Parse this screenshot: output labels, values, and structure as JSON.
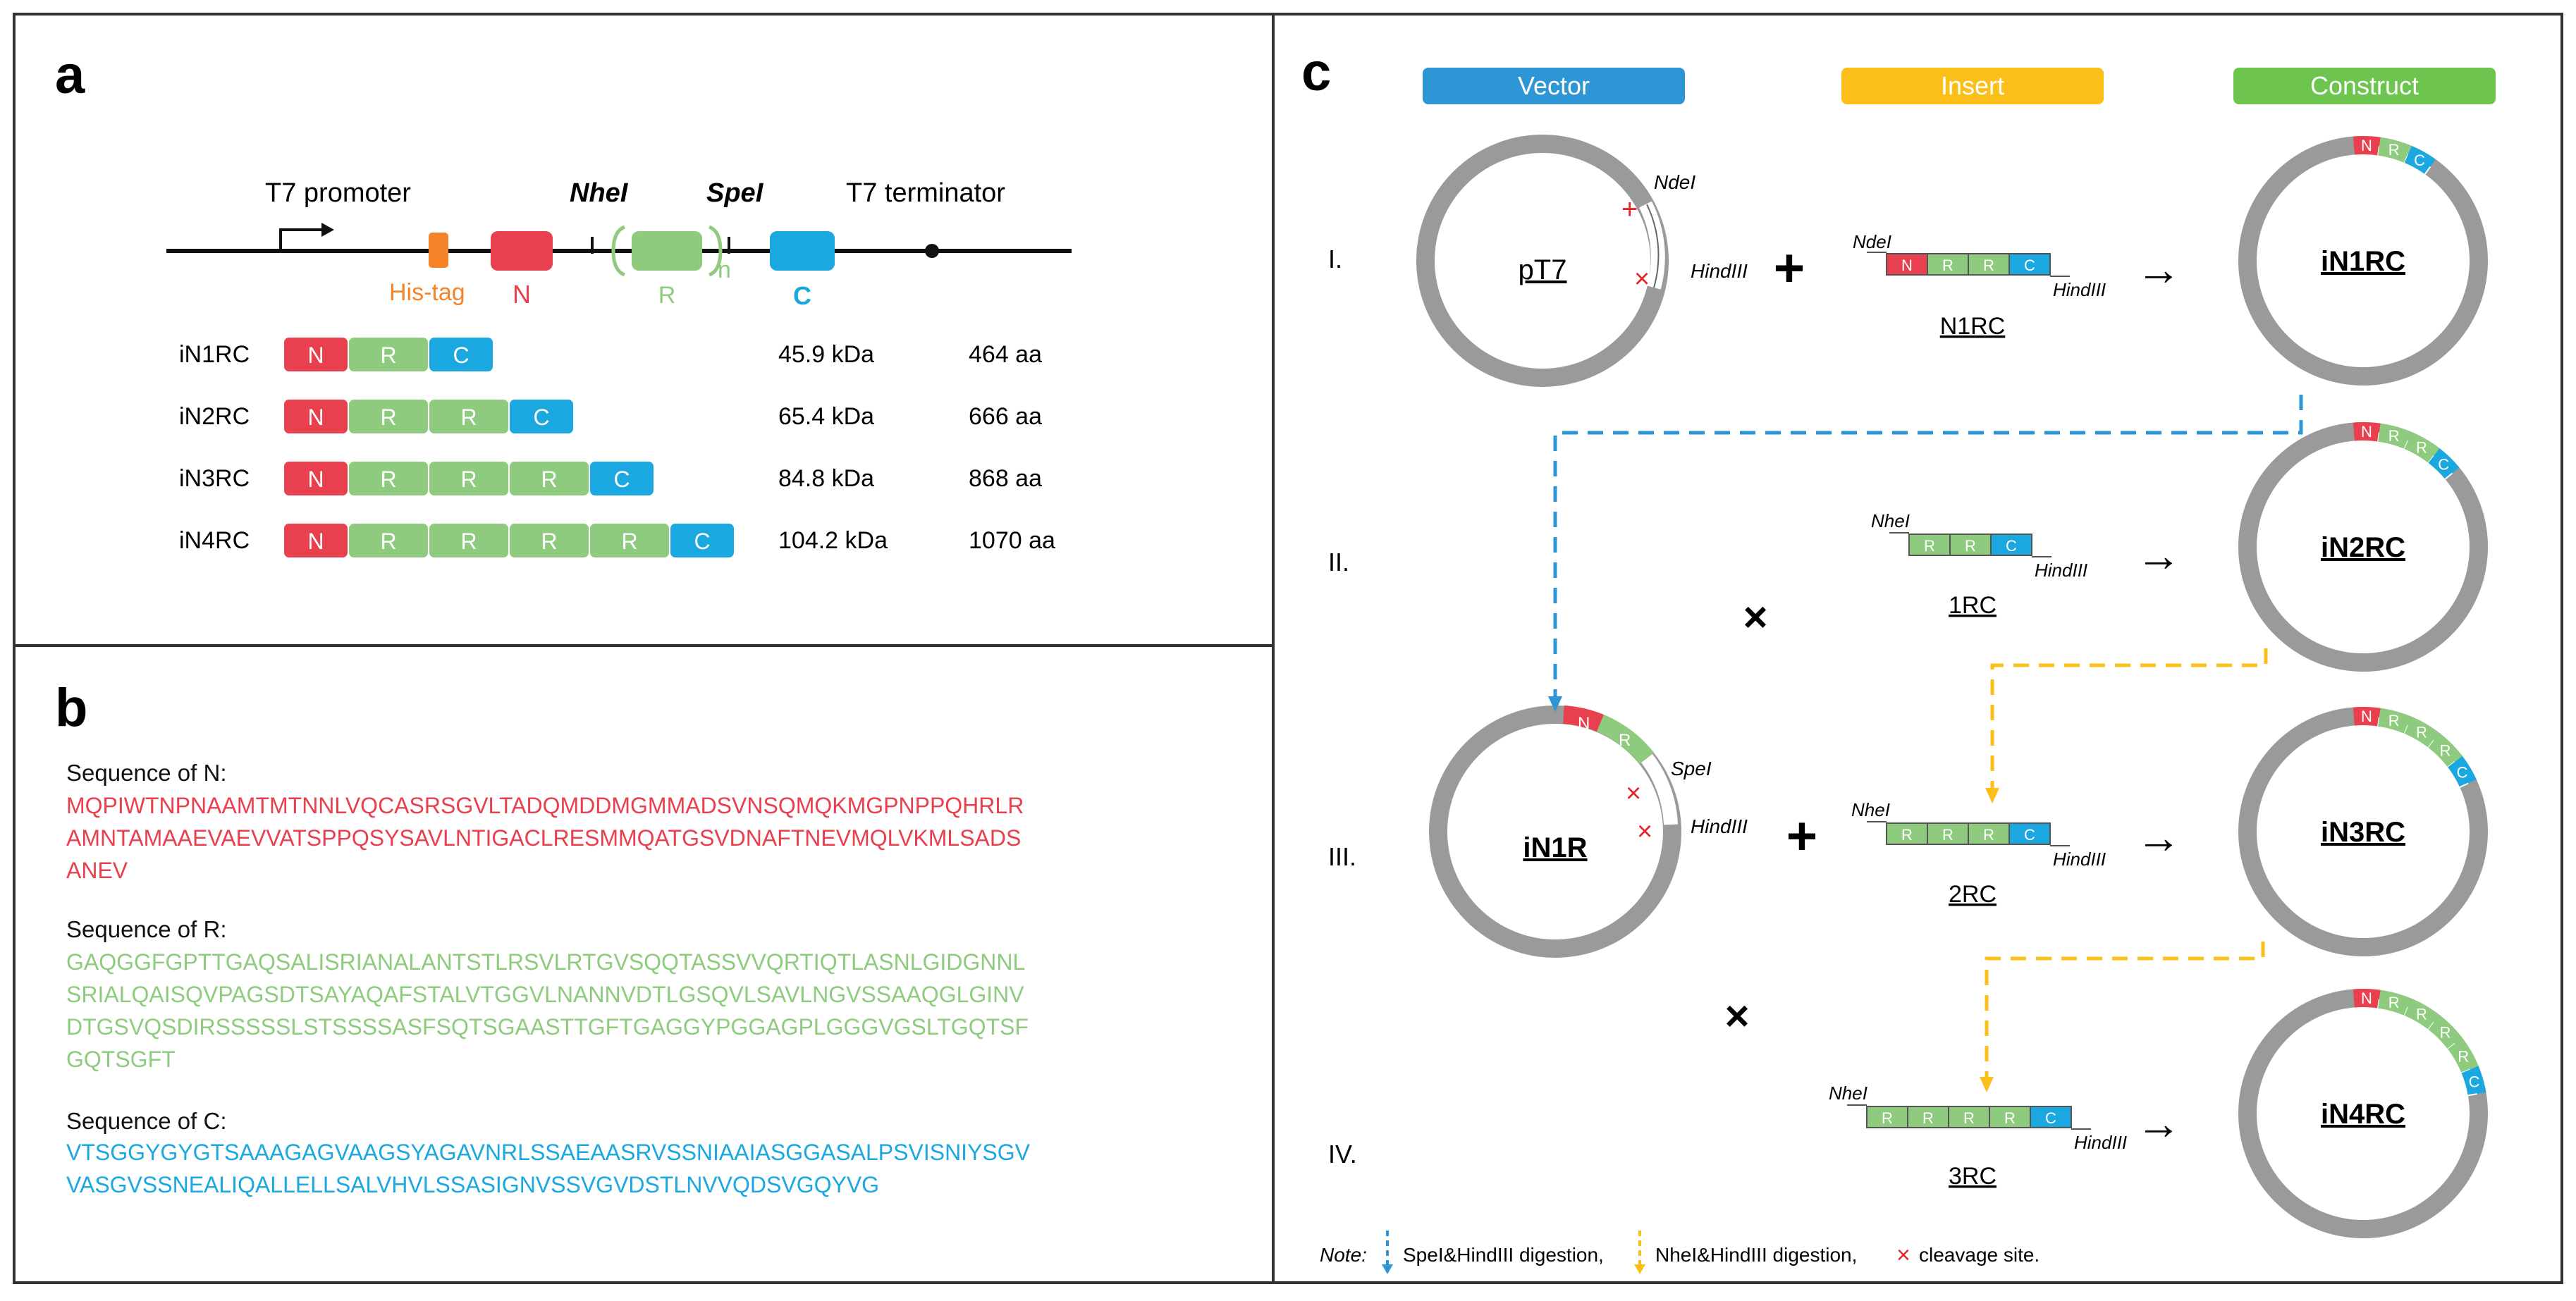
{
  "colors": {
    "n": "#e8404e",
    "r": "#8fcb7e",
    "c": "#1ba8e0",
    "vector": "#2f96d6",
    "insert": "#fbbf1a",
    "construct": "#6dc44e",
    "his": "#f5832a",
    "plasmid": "#9a9a9a",
    "cut": "#e3262b"
  },
  "panel_a": {
    "letter": "a",
    "t7_promoter": "T7 promoter",
    "nhei": "NheI",
    "spei": "SpeI",
    "t7_terminator": "T7 terminator",
    "his_tag": "His-tag",
    "n": "N",
    "r": "R",
    "c": "C",
    "repeat_n": "n",
    "rows": [
      {
        "name": "iN1RC",
        "r_count": 1,
        "kda": "45.9 kDa",
        "aa": "464 aa"
      },
      {
        "name": "iN2RC",
        "r_count": 2,
        "kda": "65.4 kDa",
        "aa": "666 aa"
      },
      {
        "name": "iN3RC",
        "r_count": 3,
        "kda": "84.8 kDa",
        "aa": "868 aa"
      },
      {
        "name": "iN4RC",
        "r_count": 4,
        "kda": "104.2 kDa",
        "aa": "1070 aa"
      }
    ]
  },
  "panel_b": {
    "letter": "b",
    "n_title": "Sequence of N:",
    "n_lines": [
      "MQPIWTNPNAAMTMTNNLVQCASRSGVLTADQMDDMGMMADSVNSQMQKMGPNPPQHRLR",
      "AMNTAMAAEVAEVVATSPPQSYSAVLNTIGACLRESMMQATGSVDNAFTNEVMQLVKMLSADS",
      "ANEV"
    ],
    "r_title": "Sequence of R:",
    "r_lines": [
      "GAQGGFGPTTGAQSALISRIANALANTSTLRSVLRTGVSQQTASSVVQRTIQTLASNLGIDGNNL",
      "SRIALQAISQVPAGSDTSAYAQAFSTALVTGGVLNANNVDTLGSQVLSAVLNGVSSAAQGLGINV",
      "DTGSVQSDIRSSSSSLSTSSSSASFSQTSGAASTTGFTGAGGYPGGAGPLGGGVGSLTGQTSF",
      "GQTSGFT"
    ],
    "c_title": "Sequence of C:",
    "c_lines": [
      "VTSGGYGYGTSAAAGAGVAAGSYAGAVNRLSSAEAASRVSSNIAAIASGGASALPSVISNIYSGV",
      "VASGVSSNEALIQALLELLSALVHVLSSASIGNVSSVGVDSTLNVVQDSVGQYVG"
    ]
  },
  "panel_c": {
    "letter": "c",
    "vector": "Vector",
    "insert": "Insert",
    "construct": "Construct",
    "steps": [
      "I.",
      "II.",
      "III.",
      "IV."
    ],
    "plus": "+",
    "arrow": "→",
    "cross": "×",
    "ndei": "NdeI",
    "hindiii": "HindIII",
    "nhei": "NheI",
    "spei": "SpeI",
    "pt7": "pT7",
    "in1r": "iN1R",
    "inserts": [
      "N1RC",
      "1RC",
      "2RC",
      "3RC"
    ],
    "constructs": [
      "iN1RC",
      "iN2RC",
      "iN3RC",
      "iN4RC"
    ],
    "note_label": "Note:",
    "note_spe": "SpeI&HindIII digestion,",
    "note_nhe": "NheI&HindIII digestion,",
    "note_cut": "cleavage site."
  }
}
